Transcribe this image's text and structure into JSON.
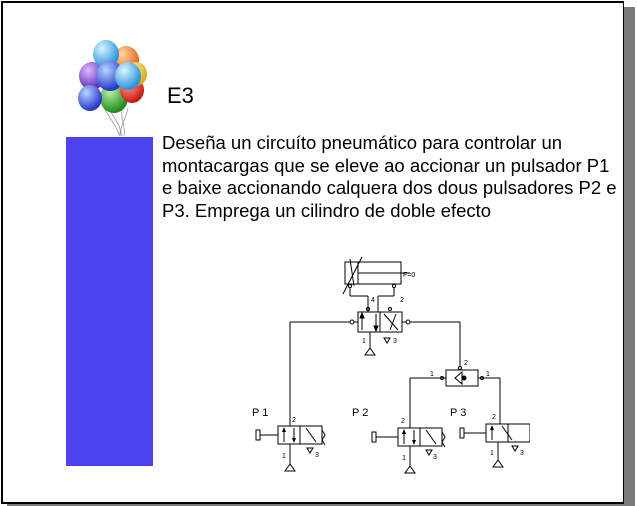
{
  "slide": {
    "title": "E3",
    "body": "Deseña un circuíto pneumático para controlar un montacargas que se eleve ao accionar un pulsador P1 e baixe accionando calquera dos dous pulsadores P2 e P3. Emprega un cilindro de doble efecto",
    "accent_color": "#4b44ee"
  },
  "diagram": {
    "cylinder_label": "F=0",
    "valve_main_ports": {
      "left": "4",
      "right": "2",
      "bottom_left": "1",
      "bottom_right": "3"
    },
    "or_valve_ports": {
      "top": "2",
      "left": "1",
      "right": "1"
    },
    "pushbuttons": [
      {
        "label": "P 1",
        "port_top": "2",
        "port_b1": "1",
        "port_b3": "3"
      },
      {
        "label": "P 2",
        "port_top": "2",
        "port_b1": "1",
        "port_b3": "3"
      },
      {
        "label": "P 3",
        "port_top": "2",
        "port_b1": "1",
        "port_b3": "3"
      }
    ]
  }
}
